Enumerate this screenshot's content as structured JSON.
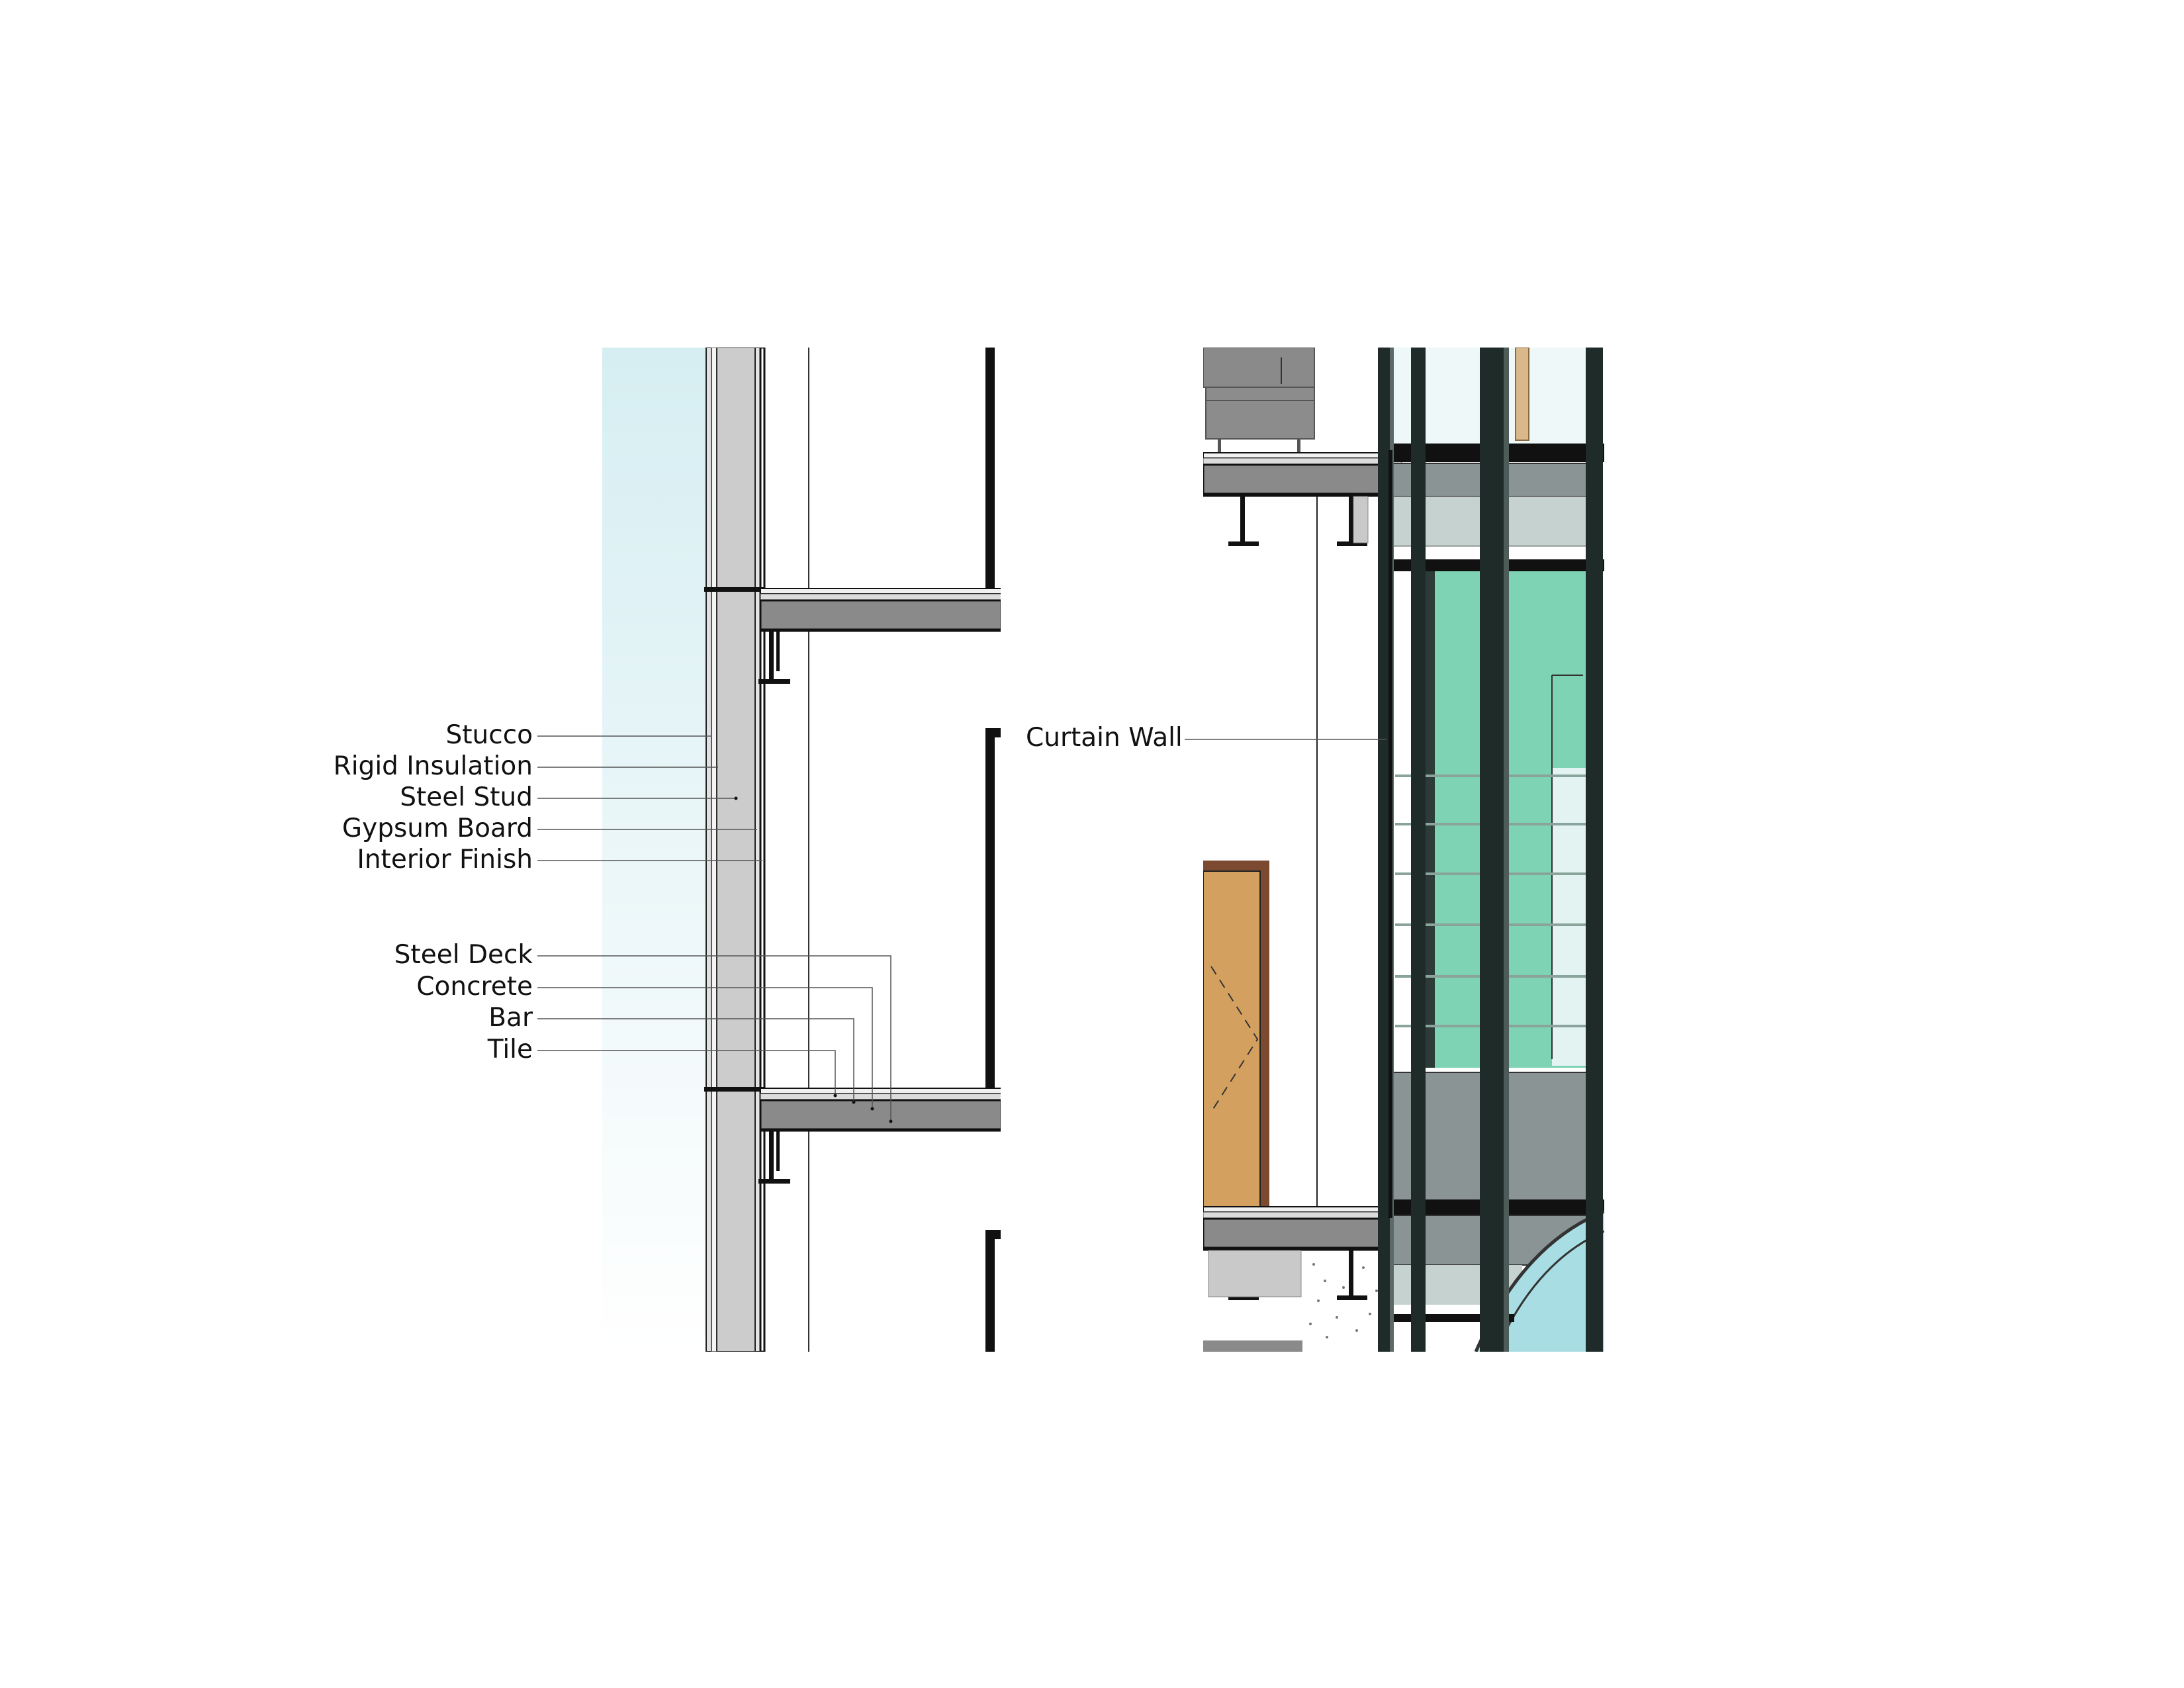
{
  "wall_section": {
    "labels": [
      {
        "key": "stucco",
        "text": "Stucco"
      },
      {
        "key": "rigid-insulation",
        "text": "Rigid Insulation"
      },
      {
        "key": "steel-stud",
        "text": "Steel Stud"
      },
      {
        "key": "gypsum-board",
        "text": "Gypsum Board"
      },
      {
        "key": "interior-finish",
        "text": "Interior Finish"
      },
      {
        "key": "steel-deck",
        "text": "Steel Deck"
      },
      {
        "key": "concrete",
        "text": "Concrete"
      },
      {
        "key": "bar",
        "text": "Bar"
      },
      {
        "key": "tile",
        "text": "Tile"
      }
    ]
  },
  "curtain_wall_section": {
    "label": "Curtain Wall"
  },
  "colors": {
    "sky_gradient_top": "#d6eef2",
    "wall_fill": "#cccccc",
    "slab_fill": "#8a8a8a",
    "structure_black": "#111111",
    "mullion_dark": "#1f2b28",
    "glass_green": "#7ed3b5",
    "spandrel_gray": "#8a9494",
    "door_wood": "#d4a060",
    "door_frame": "#7b4a30",
    "glass_blue": "#a8dde4"
  }
}
